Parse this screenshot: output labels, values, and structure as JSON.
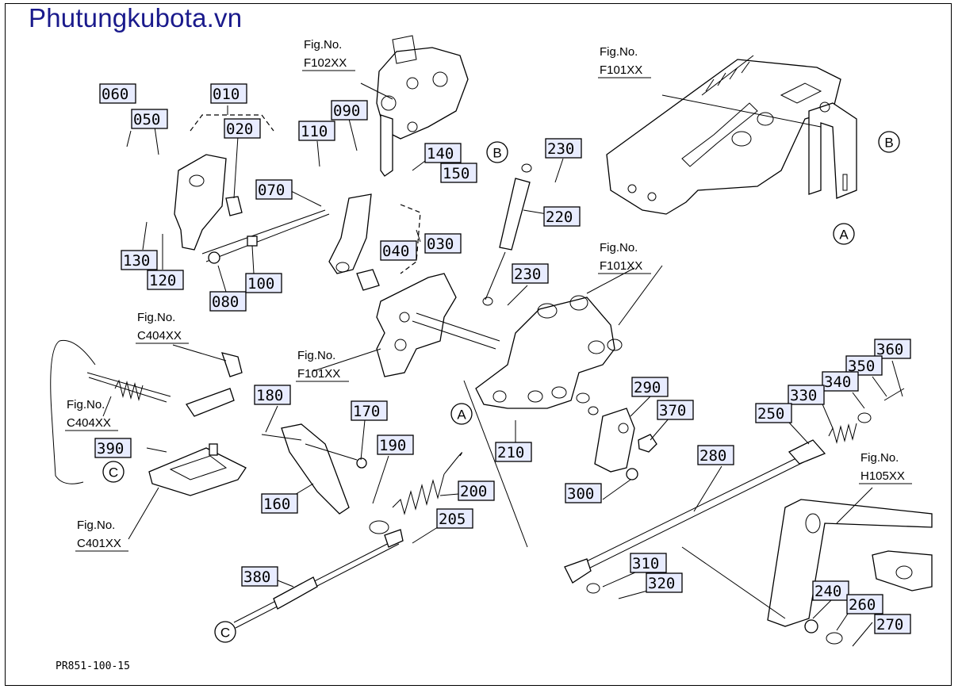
{
  "site_title": "Phutungkubota.vn",
  "footer_code": "PR851-100-15",
  "callouts": [
    "060",
    "010",
    "050",
    "020",
    "110",
    "090",
    "140",
    "150",
    "070",
    "030",
    "040",
    "130",
    "120",
    "080",
    "100",
    "230",
    "220",
    "230",
    "180",
    "170",
    "190",
    "210",
    "290",
    "370",
    "360",
    "350",
    "340",
    "330",
    "250",
    "280",
    "160",
    "200",
    "205",
    "300",
    "380",
    "310",
    "320",
    "240",
    "260",
    "270",
    "390"
  ],
  "fig_refs": [
    {
      "line1": "Fig.No.",
      "line2": "F102XX"
    },
    {
      "line1": "Fig.No.",
      "line2": "F101XX"
    },
    {
      "line1": "Fig.No.",
      "line2": "F101XX"
    },
    {
      "line1": "Fig.No.",
      "line2": "F101XX"
    },
    {
      "line1": "Fig.No.",
      "line2": "C404XX"
    },
    {
      "line1": "Fig.No.",
      "line2": "C404XX"
    },
    {
      "line1": "Fig.No.",
      "line2": "C401XX"
    },
    {
      "line1": "Fig.No.",
      "line2": "H105XX"
    }
  ],
  "circle_labels": [
    "B",
    "B",
    "A",
    "A",
    "C",
    "C"
  ]
}
